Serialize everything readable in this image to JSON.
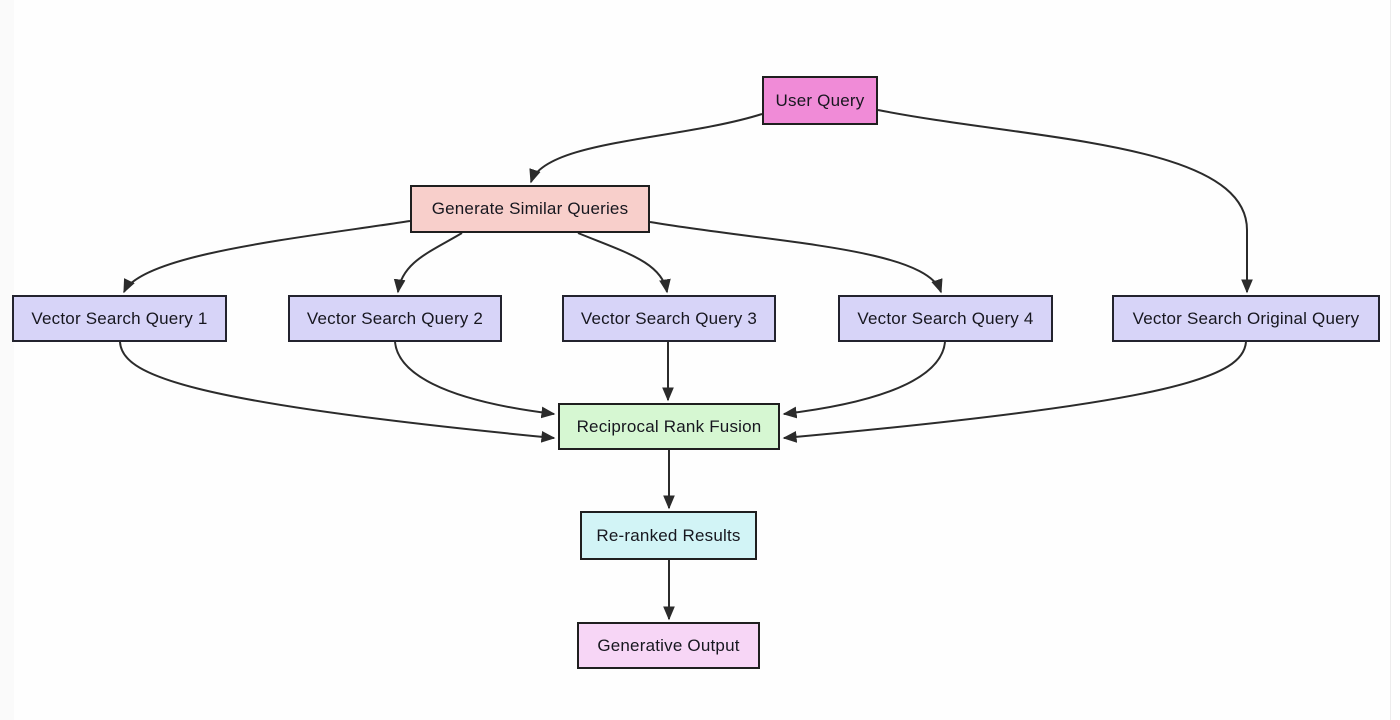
{
  "diagram": {
    "type": "flowchart",
    "direction": "top-down",
    "background": "#fefefe",
    "edge_color": "#2b2b2b",
    "node_border_color": "#1f1f1f",
    "nodes": {
      "user_query": {
        "label": "User Query",
        "fill": "#f08bd7"
      },
      "generate_similar_queries": {
        "label": "Generate Similar Queries",
        "fill": "#f8cfcb"
      },
      "vector_search_query_1": {
        "label": "Vector Search Query 1",
        "fill": "#d7d4f8"
      },
      "vector_search_query_2": {
        "label": "Vector Search Query 2",
        "fill": "#d7d4f8"
      },
      "vector_search_query_3": {
        "label": "Vector Search Query 3",
        "fill": "#d7d4f8"
      },
      "vector_search_query_4": {
        "label": "Vector Search Query 4",
        "fill": "#d7d4f8"
      },
      "vector_search_original_query": {
        "label": "Vector Search Original Query",
        "fill": "#d7d4f8"
      },
      "reciprocal_rank_fusion": {
        "label": "Reciprocal Rank Fusion",
        "fill": "#d6f7d2"
      },
      "re_ranked_results": {
        "label": "Re-ranked Results",
        "fill": "#d2f4f6"
      },
      "generative_output": {
        "label": "Generative Output",
        "fill": "#f7d6f6"
      }
    },
    "edges": [
      {
        "from": "user_query",
        "to": "generate_similar_queries"
      },
      {
        "from": "user_query",
        "to": "vector_search_original_query"
      },
      {
        "from": "generate_similar_queries",
        "to": "vector_search_query_1"
      },
      {
        "from": "generate_similar_queries",
        "to": "vector_search_query_2"
      },
      {
        "from": "generate_similar_queries",
        "to": "vector_search_query_3"
      },
      {
        "from": "generate_similar_queries",
        "to": "vector_search_query_4"
      },
      {
        "from": "vector_search_query_1",
        "to": "reciprocal_rank_fusion"
      },
      {
        "from": "vector_search_query_2",
        "to": "reciprocal_rank_fusion"
      },
      {
        "from": "vector_search_query_3",
        "to": "reciprocal_rank_fusion"
      },
      {
        "from": "vector_search_query_4",
        "to": "reciprocal_rank_fusion"
      },
      {
        "from": "vector_search_original_query",
        "to": "reciprocal_rank_fusion"
      },
      {
        "from": "reciprocal_rank_fusion",
        "to": "re_ranked_results"
      },
      {
        "from": "re_ranked_results",
        "to": "generative_output"
      }
    ]
  }
}
